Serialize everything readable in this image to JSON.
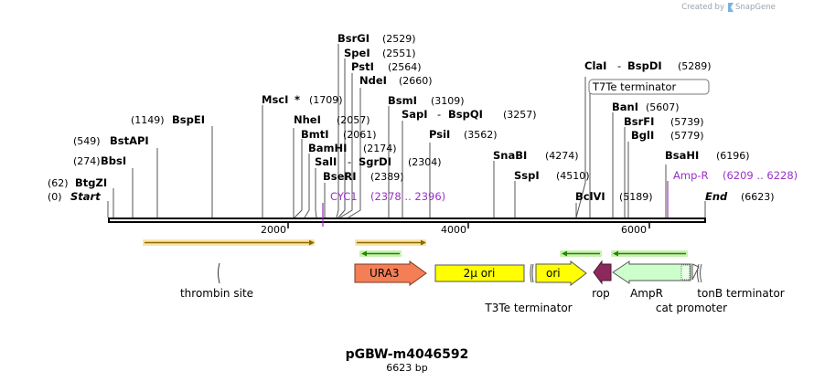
{
  "brand": {
    "created_by": "Created by",
    "product": "SnapGene"
  },
  "plasmid": {
    "name": "pGBW-m4046592",
    "length_label": "6623 bp",
    "length": 6623
  },
  "axis": {
    "ticks": [
      {
        "label": "2000",
        "pos": 2000
      },
      {
        "label": "4000",
        "pos": 4000
      },
      {
        "label": "6000",
        "pos": 6000
      }
    ]
  },
  "sites": [
    {
      "pos": 0,
      "pos_label": "(0)",
      "name": "Start",
      "italic": true,
      "side": "left"
    },
    {
      "pos": 62,
      "pos_label": "(62)",
      "name": "BtgZI",
      "side": "left"
    },
    {
      "pos": 274,
      "pos_label": "(274)",
      "name": "BbsI",
      "side": "left"
    },
    {
      "pos": 549,
      "pos_label": "(549)",
      "name": "BstAPI",
      "side": "left"
    },
    {
      "pos": 1149,
      "pos_label": "(1149)",
      "name": "BspEI",
      "side": "left"
    },
    {
      "pos": 1709,
      "name": "MscI",
      "star": "*",
      "pos_label": "(1709)",
      "side": "right"
    },
    {
      "pos": 2057,
      "name": "NheI",
      "pos_label": "(2057)",
      "side": "right"
    },
    {
      "pos": 2061,
      "name": "BmtI",
      "pos_label": "(2061)",
      "side": "right"
    },
    {
      "pos": 2174,
      "name": "BamHI",
      "pos_label": "(2174)",
      "side": "right"
    },
    {
      "pos": 2304,
      "name": "SalI",
      "name2": "SgrDI",
      "pos_label": "(2304)",
      "side": "right"
    },
    {
      "pos": 2389,
      "name": "BseRI",
      "pos_label": "(2389)",
      "side": "right"
    },
    {
      "pos": 2529,
      "name": "BsrGI",
      "pos_label": "(2529)",
      "side": "right"
    },
    {
      "pos": 2551,
      "name": "SpeI",
      "pos_label": "(2551)",
      "side": "right"
    },
    {
      "pos": 2564,
      "name": "PstI",
      "pos_label": "(2564)",
      "side": "right"
    },
    {
      "pos": 2660,
      "name": "NdeI",
      "pos_label": "(2660)",
      "side": "right"
    },
    {
      "pos": 3109,
      "name": "BsmI",
      "pos_label": "(3109)",
      "side": "right"
    },
    {
      "pos": 3257,
      "name": "SapI",
      "name2": "BspQI",
      "pos_label": "(3257)",
      "side": "right"
    },
    {
      "pos": 3562,
      "name": "PsiI",
      "pos_label": "(3562)",
      "side": "right"
    },
    {
      "pos": 4274,
      "name": "SnaBI",
      "pos_label": "(4274)",
      "side": "right"
    },
    {
      "pos": 4510,
      "name": "SspI",
      "pos_label": "(4510)",
      "side": "right"
    },
    {
      "pos": 5189,
      "name": "BclVI",
      "pos_label": "(5189)",
      "side": "right"
    },
    {
      "pos": 5289,
      "name": "ClaI",
      "name2": "BspDI",
      "pos_label": "(5289)",
      "side": "right"
    },
    {
      "pos": 5607,
      "name": "BanI",
      "pos_label": "(5607)",
      "side": "right"
    },
    {
      "pos": 5739,
      "name": "BsrFI",
      "pos_label": "(5739)",
      "side": "right"
    },
    {
      "pos": 5779,
      "name": "BglI",
      "pos_label": "(5779)",
      "side": "right"
    },
    {
      "pos": 6196,
      "name": "BsaHI",
      "pos_label": "(6196)",
      "side": "right"
    },
    {
      "pos": 6623,
      "name": "End",
      "italic": true,
      "pos_label": "(6623)",
      "side": "right"
    }
  ],
  "annotations": [
    {
      "name": "CYC1",
      "range_label": "(2378 .. 2396)"
    },
    {
      "name": "Amp-R",
      "range_label": "(6209 .. 6228)"
    },
    {
      "name": "T7Te terminator",
      "boxed": true
    }
  ],
  "features": [
    {
      "name": "URA3",
      "type": "arrow-right",
      "color": "#f47f56"
    },
    {
      "name": "2µ ori",
      "type": "box",
      "color": "#ffff00"
    },
    {
      "name": "ori",
      "type": "arrow-right",
      "color": "#ffff00"
    },
    {
      "name": "rop",
      "type": "arrow-left",
      "color": "#8b2a5a"
    },
    {
      "name": "AmpR",
      "type": "arrow-left",
      "color": "#ccffcc"
    },
    {
      "name": "thrombin site",
      "type": "site"
    },
    {
      "name": "T3Te terminator",
      "type": "terminator"
    },
    {
      "name": "tonB terminator",
      "type": "terminator"
    },
    {
      "name": "cat promoter",
      "type": "promoter"
    }
  ],
  "colors": {
    "orf_forward": "#f0b030",
    "orf_reverse": "#33aa11",
    "annotation": "#9b30c8"
  }
}
